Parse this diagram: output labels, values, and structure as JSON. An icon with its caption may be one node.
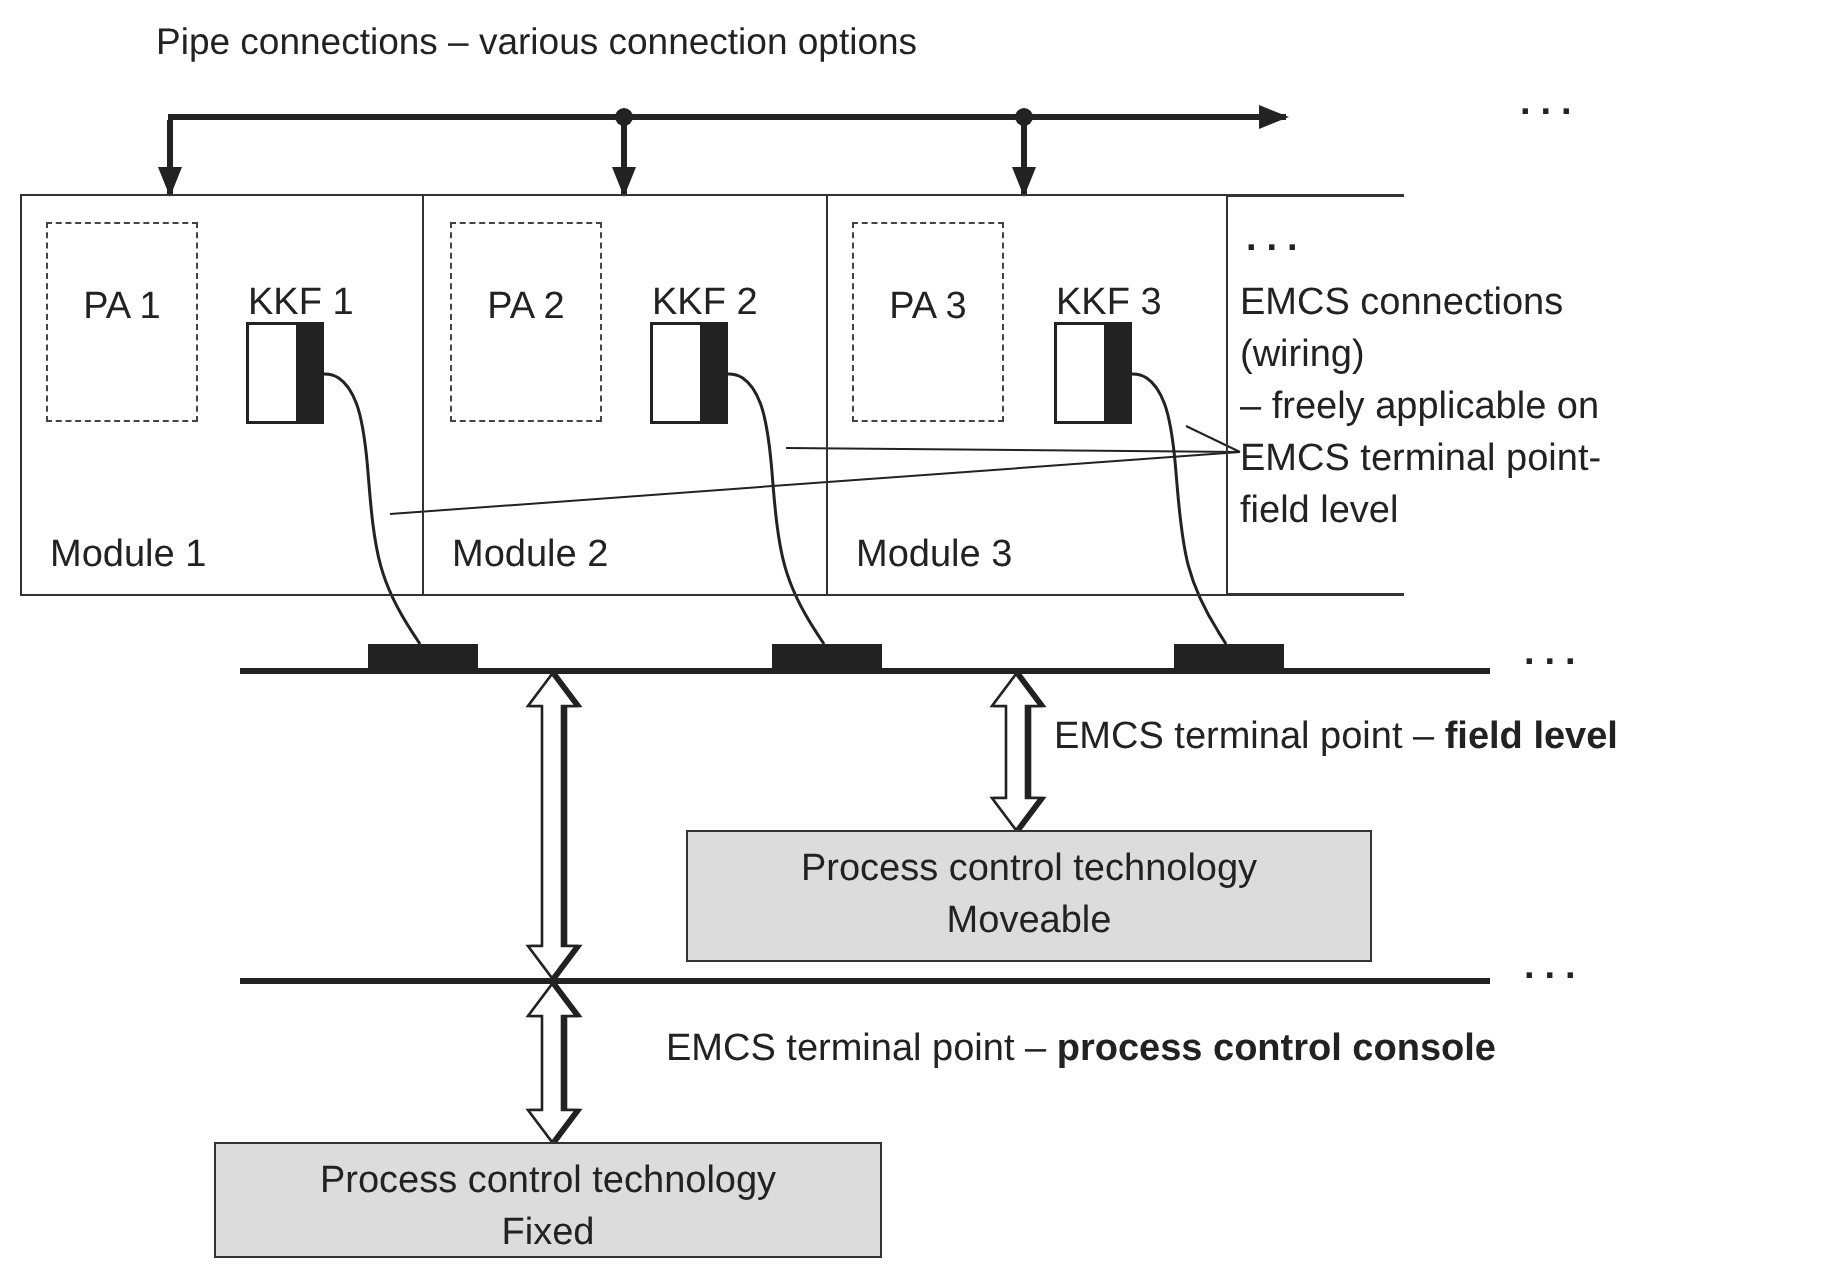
{
  "diagram": {
    "nodes": [
      {
        "text": [
          "Pipe connections – various connection options"
        ]
      },
      {
        "text": [
          "Module 1"
        ]
      },
      {
        "text": [
          "PA 1"
        ],
        "in": 1
      },
      {
        "text": [
          "KKF 1"
        ],
        "in": 1
      },
      {
        "text": [
          "Module 2"
        ]
      },
      {
        "text": [
          "PA 2"
        ],
        "in": 4
      },
      {
        "text": [
          "KKF 2"
        ],
        "in": 4
      },
      {
        "text": [
          "Module 3"
        ]
      },
      {
        "text": [
          "PA 3"
        ],
        "in": 7
      },
      {
        "text": [
          "KKF 3"
        ],
        "in": 7
      },
      {
        "text": [
          "EMCS connections (wiring)",
          "– freely applicable on EMCS terminal point-field level"
        ]
      },
      {
        "text": [],
        "shape": "bar"
      },
      {
        "text": [],
        "shape": "bar"
      },
      {
        "text": [],
        "shape": "bar"
      },
      {
        "text": [],
        "shape": "bar"
      },
      {
        "text": [
          "Process control technology",
          "Moveable"
        ]
      },
      {
        "text": [],
        "shape": "bar"
      },
      {
        "text": [
          "Process control technology",
          "Fixed"
        ]
      }
    ],
    "edges": [
      {
        "from": 0,
        "to": 1,
        "arrow": "to",
        "style": "thick"
      },
      {
        "from": 0,
        "to": 4,
        "arrow": "to",
        "style": "thick"
      },
      {
        "from": 0,
        "to": 7,
        "arrow": "to",
        "style": "thick"
      },
      {
        "from": 0,
        "to": null,
        "arrow": "to",
        "style": "thick"
      },
      {
        "from": 3,
        "to": 12,
        "arrow": "none"
      },
      {
        "from": 6,
        "to": 13,
        "arrow": "none"
      },
      {
        "from": 9,
        "to": 14,
        "arrow": "none"
      },
      {
        "from": 10,
        "to": null,
        "arrow": "none"
      },
      {
        "from": 10,
        "to": null,
        "arrow": "none"
      },
      {
        "from": 10,
        "to": null,
        "arrow": "none"
      },
      {
        "from": 11,
        "to": 16,
        "arrow": "both"
      },
      {
        "from": 11,
        "to": 15,
        "arrow": "both"
      },
      {
        "from": 16,
        "to": 17,
        "arrow": "both"
      }
    ],
    "labels": [
      "...",
      "...",
      "...",
      "EMCS terminal point – **field level**",
      "...",
      "EMCS terminal point – **process control console**"
    ]
  }
}
